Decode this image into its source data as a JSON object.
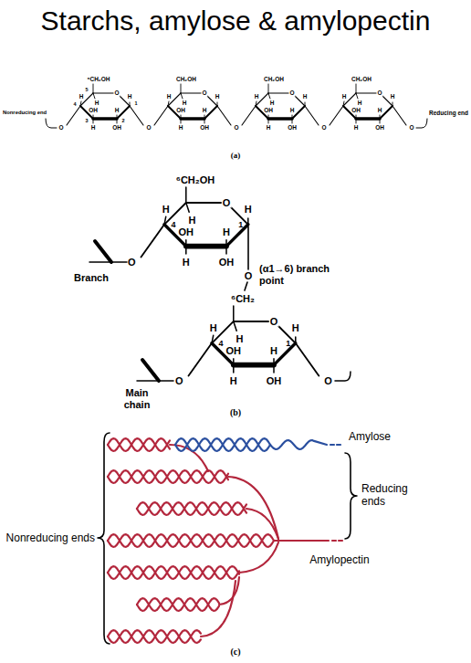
{
  "diagram": {
    "title": "Starchs, amylose & amylopectin",
    "labels": [
      "Nonreducing end",
      "Reducing end",
      "(a)",
      "⁶CH₂OH",
      "O",
      "H",
      "H",
      "OH",
      "H",
      "H",
      "H",
      "OH",
      "CH₂OH",
      "O",
      "H",
      "H",
      "OH",
      "H",
      "H",
      "H",
      "OH",
      "CH₂OH",
      "O",
      "H",
      "H",
      "OH",
      "H",
      "H",
      "H",
      "OH",
      "CH₂OH",
      "O",
      "H",
      "H",
      "OH",
      "H",
      "H",
      "H",
      "OH",
      "O",
      "O",
      "O",
      "O",
      "O",
      "5",
      "4",
      "3",
      "2",
      "1",
      "⁶CH₂OH",
      "O",
      "H",
      "H",
      "OH",
      "H",
      "H",
      "H",
      "OH",
      "4",
      "1",
      "O",
      "Branch",
      "O",
      "(α1→6) branch point",
      "⁶CH₂",
      "O",
      "H",
      "H",
      "OH",
      "H",
      "H",
      "H",
      "OH",
      "4",
      "1",
      "O",
      "O",
      "Main chain",
      "(b)",
      "Amylose",
      "Reducing ends",
      "Nonreducing ends",
      "Amylopectin",
      "(c)"
    ]
  }
}
